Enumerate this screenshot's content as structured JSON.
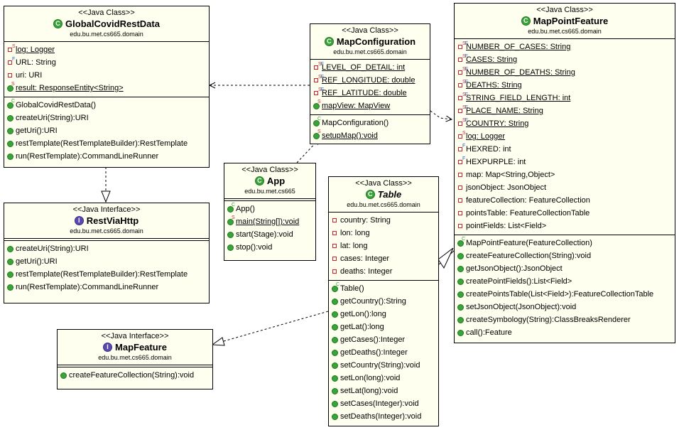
{
  "colors": {
    "box_fill": "#fffff0",
    "public_icon": "#3aa33a",
    "private_icon": "#d02020",
    "interface_badge": "#5a4ab0"
  },
  "classes": {
    "globalCovidRestData": {
      "stereotype": "<<Java Class>>",
      "name": "GlobalCovidRestData",
      "package": "edu.bu.met.cs665.domain",
      "fields": [
        {
          "mods": "S",
          "vis": "priv",
          "text": "log: Logger",
          "underline": true
        },
        {
          "mods": "F",
          "vis": "priv",
          "text": "URL: String",
          "underline": false
        },
        {
          "mods": "",
          "vis": "priv",
          "text": "uri: URI",
          "underline": false
        },
        {
          "mods": "S",
          "vis": "pub",
          "text": "result: ResponseEntity<String>",
          "underline": true
        }
      ],
      "methods": [
        {
          "mods": "C",
          "vis": "pub",
          "text": "GlobalCovidRestData()",
          "underline": false
        },
        {
          "mods": "",
          "vis": "pub",
          "text": "createUri(String):URI",
          "underline": false
        },
        {
          "mods": "",
          "vis": "pub",
          "text": "getUri():URI",
          "underline": false
        },
        {
          "mods": "",
          "vis": "pub",
          "text": "restTemplate(RestTemplateBuilder):RestTemplate",
          "underline": false
        },
        {
          "mods": "",
          "vis": "pub",
          "text": "run(RestTemplate):CommandLineRunner",
          "underline": false
        }
      ]
    },
    "restViaHttp": {
      "stereotype": "<<Java Interface>>",
      "name": "RestViaHttp",
      "package": "edu.bu.met.cs665.domain",
      "fields": [],
      "methods": [
        {
          "mods": "",
          "vis": "pub",
          "text": "createUri(String):URI",
          "underline": false
        },
        {
          "mods": "",
          "vis": "pub",
          "text": "getUri():URI",
          "underline": false
        },
        {
          "mods": "",
          "vis": "pub",
          "text": "restTemplate(RestTemplateBuilder):RestTemplate",
          "underline": false
        },
        {
          "mods": "",
          "vis": "pub",
          "text": "run(RestTemplate):CommandLineRunner",
          "underline": false
        }
      ]
    },
    "mapConfiguration": {
      "stereotype": "<<Java Class>>",
      "name": "MapConfiguration",
      "package": "edu.bu.met.cs665.domain",
      "fields": [
        {
          "mods": "SF",
          "vis": "priv",
          "text": "LEVEL_OF_DETAIL: int",
          "underline": true
        },
        {
          "mods": "SF",
          "vis": "priv",
          "text": "REF_LONGITUDE: double",
          "underline": true
        },
        {
          "mods": "SF",
          "vis": "priv",
          "text": "REF_LATITUDE: double",
          "underline": true
        },
        {
          "mods": "S",
          "vis": "pub",
          "text": "mapView: MapView",
          "underline": true
        }
      ],
      "methods": [
        {
          "mods": "C",
          "vis": "pub",
          "text": "MapConfiguration()",
          "underline": false
        },
        {
          "mods": "S",
          "vis": "pub",
          "text": "setupMap():void",
          "underline": true
        }
      ]
    },
    "app": {
      "stereotype": "<<Java Class>>",
      "name": "App",
      "package": "edu.bu.met.cs665",
      "fields": [],
      "methods": [
        {
          "mods": "C",
          "vis": "pub",
          "text": "App()",
          "underline": false
        },
        {
          "mods": "S",
          "vis": "pub",
          "text": "main(String[]):void",
          "underline": true
        },
        {
          "mods": "",
          "vis": "pub",
          "text": "start(Stage):void",
          "underline": false
        },
        {
          "mods": "",
          "vis": "pub",
          "text": "stop():void",
          "underline": false
        }
      ]
    },
    "table": {
      "stereotype": "<<Java Class>>",
      "name": "Table",
      "package": "edu.bu.met.cs665.domain",
      "fields": [
        {
          "mods": "",
          "vis": "priv",
          "text": "country: String",
          "underline": false
        },
        {
          "mods": "",
          "vis": "priv",
          "text": "lon: long",
          "underline": false
        },
        {
          "mods": "",
          "vis": "priv",
          "text": "lat: long",
          "underline": false
        },
        {
          "mods": "",
          "vis": "priv",
          "text": "cases: Integer",
          "underline": false
        },
        {
          "mods": "",
          "vis": "priv",
          "text": "deaths: Integer",
          "underline": false
        }
      ],
      "methods": [
        {
          "mods": "C",
          "vis": "pub",
          "text": "Table()",
          "underline": false
        },
        {
          "mods": "",
          "vis": "pub",
          "text": "getCountry():String",
          "underline": false
        },
        {
          "mods": "",
          "vis": "pub",
          "text": "getLon():long",
          "underline": false
        },
        {
          "mods": "",
          "vis": "pub",
          "text": "getLat():long",
          "underline": false
        },
        {
          "mods": "",
          "vis": "pub",
          "text": "getCases():Integer",
          "underline": false
        },
        {
          "mods": "",
          "vis": "pub",
          "text": "getDeaths():Integer",
          "underline": false
        },
        {
          "mods": "",
          "vis": "pub",
          "text": "setCountry(String):void",
          "underline": false
        },
        {
          "mods": "",
          "vis": "pub",
          "text": "setLon(long):void",
          "underline": false
        },
        {
          "mods": "",
          "vis": "pub",
          "text": "setLat(long):void",
          "underline": false
        },
        {
          "mods": "",
          "vis": "pub",
          "text": "setCases(Integer):void",
          "underline": false
        },
        {
          "mods": "",
          "vis": "pub",
          "text": "setDeaths(Integer):void",
          "underline": false
        }
      ]
    },
    "mapFeature": {
      "stereotype": "<<Java Interface>>",
      "name": "MapFeature",
      "package": "edu.bu.met.cs665.domain",
      "fields": [],
      "methods": [
        {
          "mods": "",
          "vis": "pub",
          "text": "createFeatureCollection(String):void",
          "underline": false
        }
      ]
    },
    "mapPointFeature": {
      "stereotype": "<<Java Class>>",
      "name": "MapPointFeature",
      "package": "edu.bu.met.cs665.domain",
      "fields": [
        {
          "mods": "SF",
          "vis": "priv",
          "text": "NUMBER_OF_CASES: String",
          "underline": true
        },
        {
          "mods": "SF",
          "vis": "priv",
          "text": "CASES: String",
          "underline": true
        },
        {
          "mods": "SF",
          "vis": "priv",
          "text": "NUMBER_OF_DEATHS: String",
          "underline": true
        },
        {
          "mods": "SF",
          "vis": "priv",
          "text": "DEATHS: String",
          "underline": true
        },
        {
          "mods": "SF",
          "vis": "priv",
          "text": "STRING_FIELD_LENGTH: int",
          "underline": true
        },
        {
          "mods": "SF",
          "vis": "priv",
          "text": "PLACE_NAME: String",
          "underline": true
        },
        {
          "mods": "SF",
          "vis": "priv",
          "text": "COUNTRY: String",
          "underline": true
        },
        {
          "mods": "S",
          "vis": "priv",
          "text": "log: Logger",
          "underline": true
        },
        {
          "mods": "F",
          "vis": "priv",
          "text": "HEXRED: int",
          "underline": false
        },
        {
          "mods": "F",
          "vis": "priv",
          "text": "HEXPURPLE: int",
          "underline": false
        },
        {
          "mods": "",
          "vis": "priv",
          "text": "map: Map<String,Object>",
          "underline": false
        },
        {
          "mods": "",
          "vis": "priv",
          "text": "jsonObject: JsonObject",
          "underline": false
        },
        {
          "mods": "",
          "vis": "priv",
          "text": "featureCollection: FeatureCollection",
          "underline": false
        },
        {
          "mods": "",
          "vis": "priv",
          "text": "pointsTable: FeatureCollectionTable",
          "underline": false
        },
        {
          "mods": "",
          "vis": "priv",
          "text": "pointFields: List<Field>",
          "underline": false
        }
      ],
      "methods": [
        {
          "mods": "C",
          "vis": "pub",
          "text": "MapPointFeature(FeatureCollection)",
          "underline": false
        },
        {
          "mods": "",
          "vis": "pub",
          "text": "createFeatureCollection(String):void",
          "underline": false
        },
        {
          "mods": "",
          "vis": "pub",
          "text": "getJsonObject():JsonObject",
          "underline": false
        },
        {
          "mods": "",
          "vis": "pub",
          "text": "createPointFields():List<Field>",
          "underline": false
        },
        {
          "mods": "",
          "vis": "pub",
          "text": "createPointsTable(List<Field>):FeatureCollectionTable",
          "underline": false
        },
        {
          "mods": "",
          "vis": "pub",
          "text": "setJsonObject(JsonObject):void",
          "underline": false
        },
        {
          "mods": "",
          "vis": "pub",
          "text": "createSymbology(String):ClassBreaksRenderer",
          "underline": false
        },
        {
          "mods": "",
          "vis": "pub",
          "text": "call():Feature",
          "underline": false
        }
      ]
    }
  }
}
